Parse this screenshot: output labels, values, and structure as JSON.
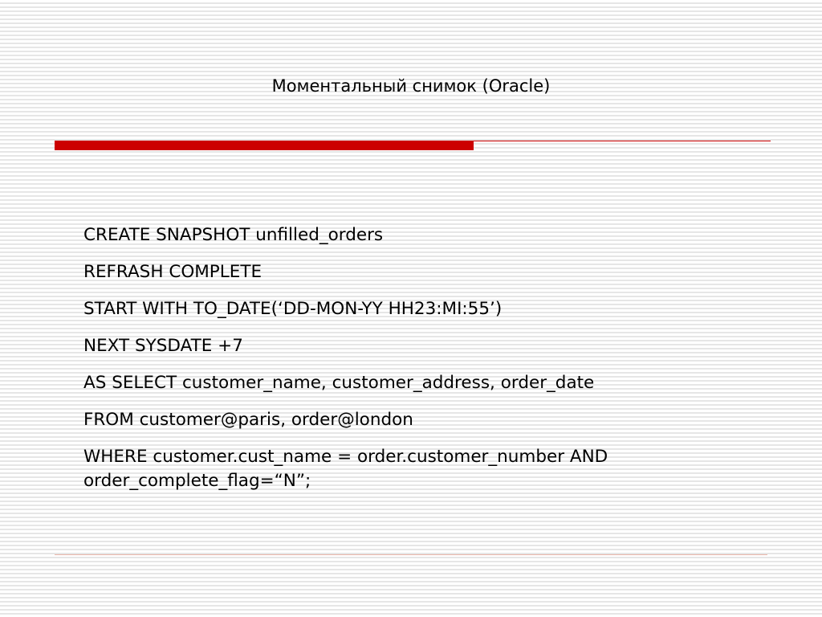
{
  "slide": {
    "title": "Моментальный снимок (Oracle)",
    "lines": [
      "CREATE SNAPSHOT unfilled_orders",
      "REFRASH COMPLETE",
      "START WITH TO_DATE(‘DD-MON-YY HH23:MI:55’)",
      "NEXT SYSDATE +7",
      "AS SELECT customer_name, customer_address, order_date",
      "FROM customer@paris, order@london",
      "WHERE customer.cust_name = order.customer_number AND order_complete_flag=“N”;"
    ]
  },
  "colors": {
    "accent_rule": "#cc0000",
    "stripe": "#e6e6e6",
    "footer_rule": "#e8b4a8",
    "text": "#000000"
  }
}
